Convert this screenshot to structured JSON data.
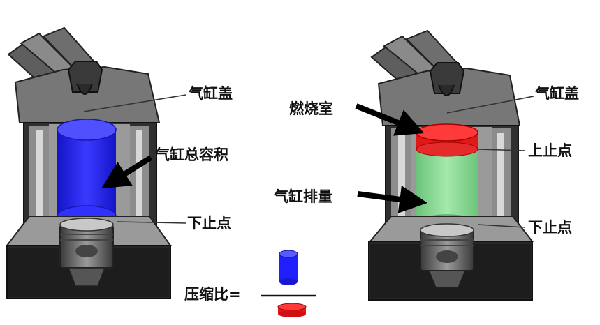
{
  "left_diagram": {
    "cylinder_head_label": "气缸盖",
    "total_volume_label": "气缸总容积",
    "bdc_label": "下止点"
  },
  "right_diagram": {
    "combustion_chamber_label": "燃烧室",
    "cylinder_head_label": "气缸盖",
    "tdc_label": "上止点",
    "displacement_label": "气缸排量",
    "bdc_label": "下止点"
  },
  "formula": {
    "label": "压缩比="
  },
  "colors": {
    "total_volume": "#2323ff",
    "combustion_chamber": "#ff2020",
    "displacement": "#8fdc95",
    "engine_dark": "#2b2b2b",
    "engine_mid": "#6f6f6f",
    "engine_light": "#b5b5b5"
  }
}
